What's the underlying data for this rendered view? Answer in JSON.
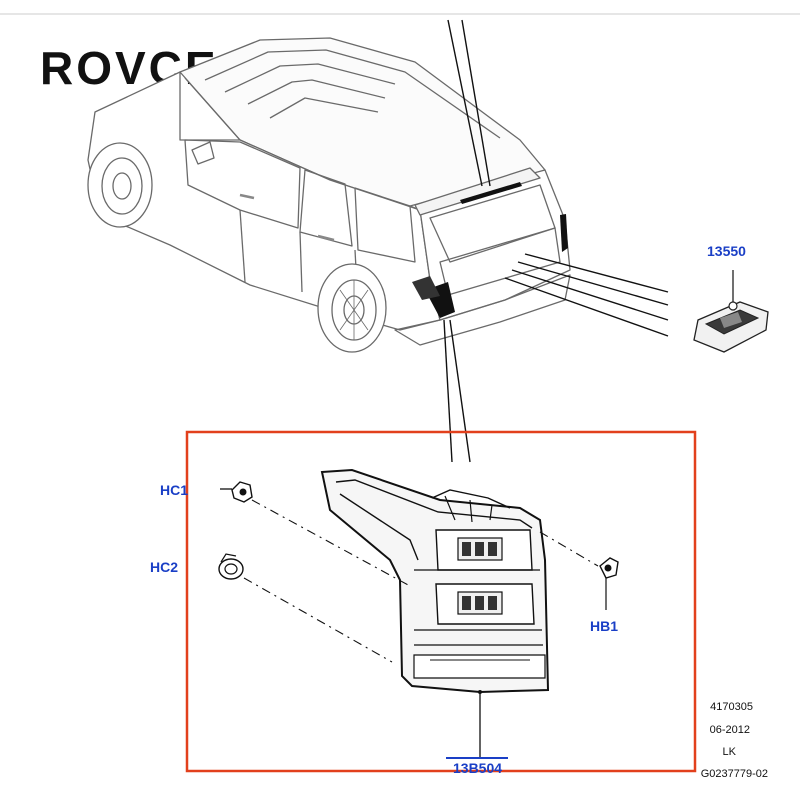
{
  "brand": {
    "logo_text": "ROVCE"
  },
  "colors": {
    "highlight_box": "#e2401c",
    "callout_blue": "#1a3fc6",
    "line": "#1a1a1a",
    "logo": "#111111",
    "underline": "#1a3fc6"
  },
  "callouts": {
    "c13550": "13550",
    "hc1": "HC1",
    "hc2": "HC2",
    "hb1": "HB1",
    "c13b504": "13B504"
  },
  "reference": {
    "line1": "4170305",
    "line2": "06-2012",
    "line3": "LK",
    "line4": "G0237779-02"
  }
}
